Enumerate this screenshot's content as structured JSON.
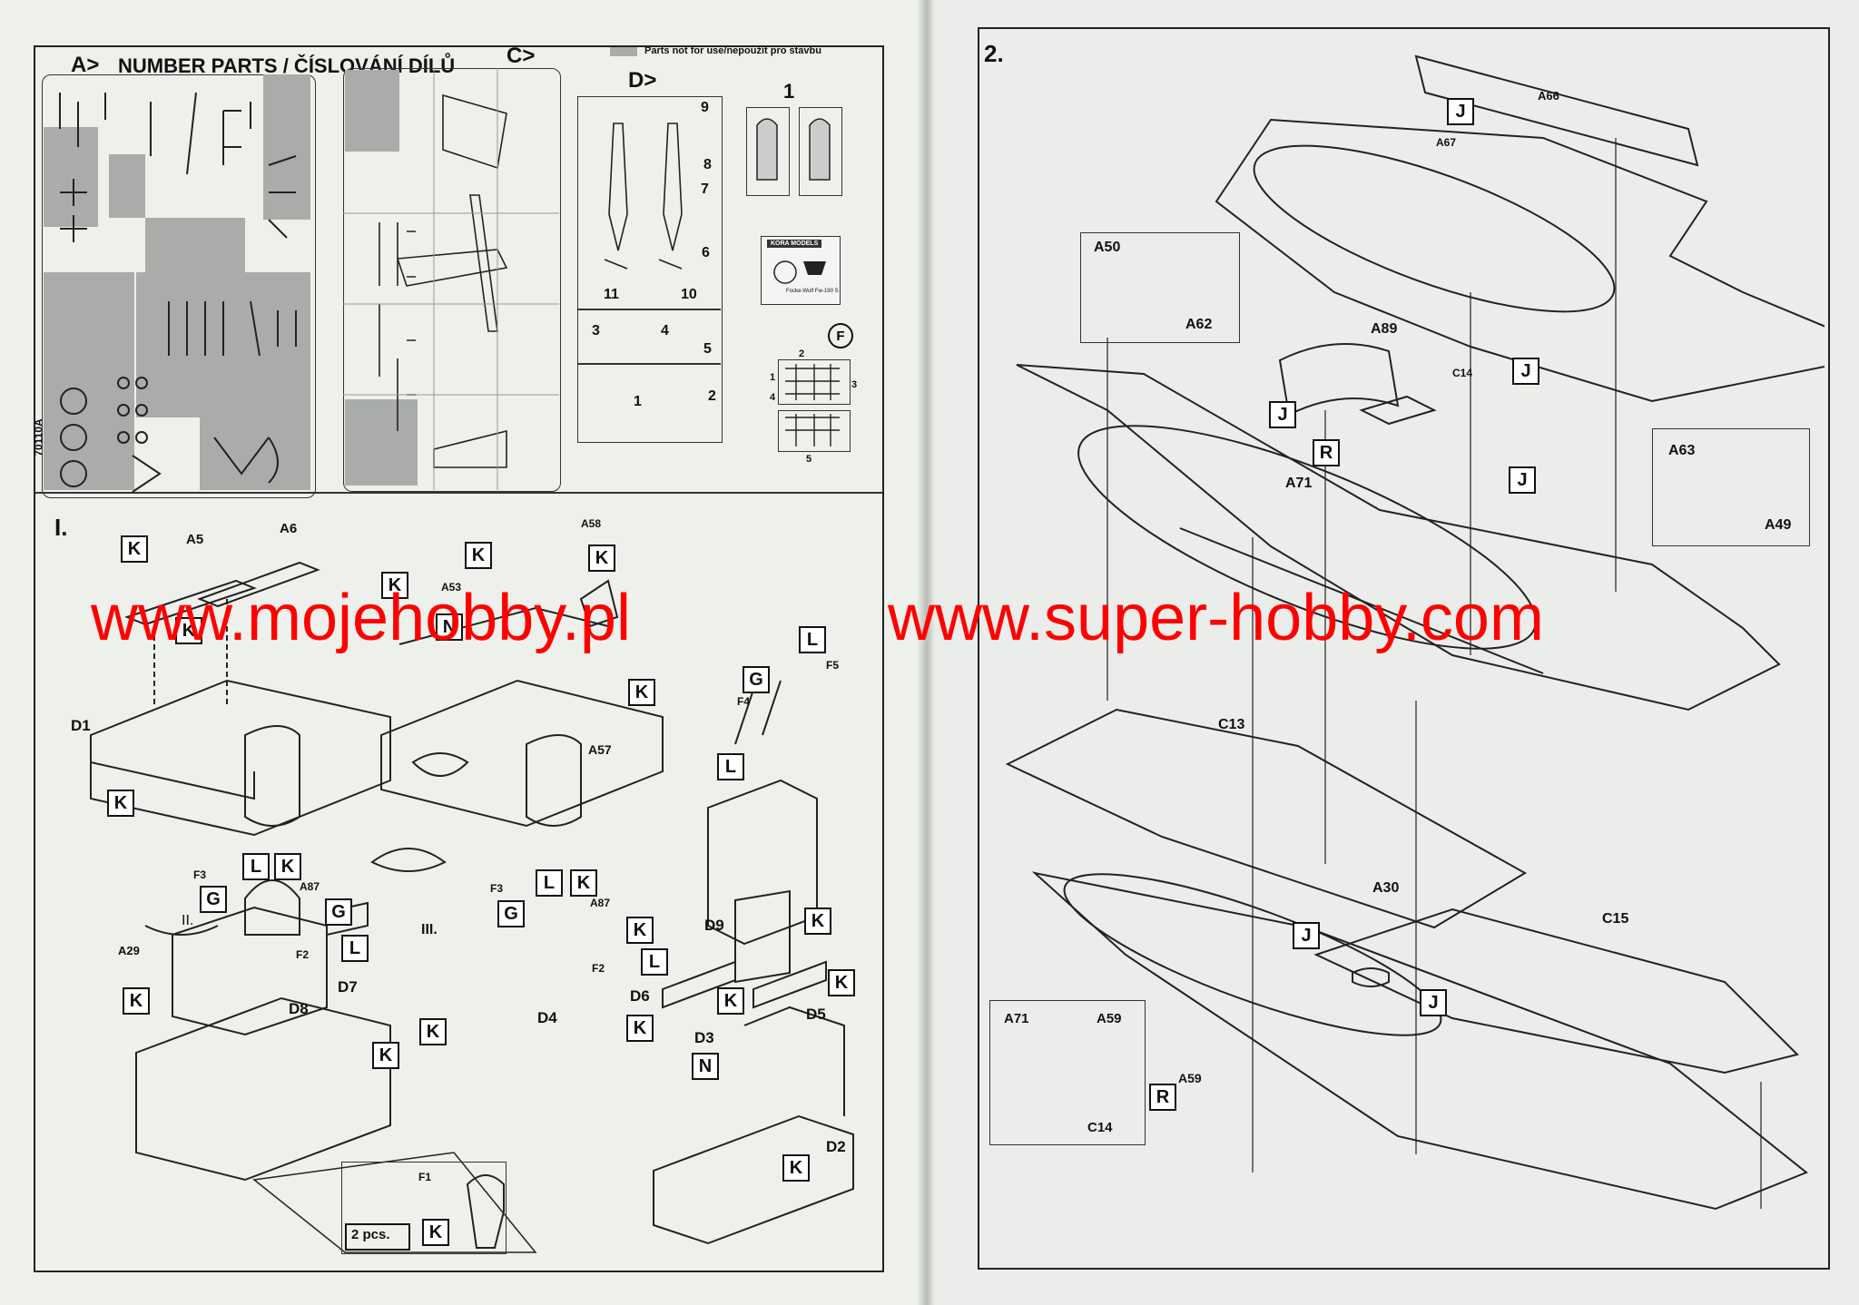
{
  "section_a": {
    "heading_left": "A>",
    "heading_title": "NUMBER PARTS / ČÍSLOVÁNÍ DÍLŮ",
    "heading_right": "C>",
    "legend_text": "Parts not for use/nepoužít pro stavbu",
    "sprue_d_label": "D>",
    "mask_label": "1",
    "fret_label": "F",
    "d_numbers": [
      "9",
      "8",
      "7",
      "6",
      "11",
      "10"
    ],
    "d_small": [
      "3",
      "4",
      "5",
      "1",
      "2"
    ],
    "fret_numbers": [
      "2",
      "1",
      "3",
      "4",
      "5"
    ],
    "kit_code": "70110A",
    "box_logo_text": "KORA MODELS",
    "box_caption": "Focke-Wulf Fw-190 S"
  },
  "step1": {
    "number": "I.",
    "labels": [
      "A5",
      "A6",
      "A58",
      "A53",
      "D1",
      "A57",
      "F5",
      "F4",
      "F3",
      "A87",
      "F2",
      "II.",
      "III.",
      "A29",
      "D7",
      "D8",
      "D4",
      "D9",
      "D6",
      "D3",
      "D5",
      "D2",
      "F1",
      "F3",
      "A87",
      "F2"
    ],
    "pcs_label": "2 pcs.",
    "tags": [
      "K",
      "K",
      "K",
      "K",
      "K",
      "N",
      "K",
      "G",
      "L",
      "L",
      "K",
      "G",
      "L",
      "K",
      "G",
      "L",
      "K",
      "K",
      "K",
      "L",
      "K",
      "L",
      "K",
      "G",
      "K",
      "K",
      "K",
      "K",
      "N",
      "K",
      "K"
    ]
  },
  "step2": {
    "number": "2.",
    "labels": [
      "A66",
      "A67",
      "A50",
      "A62",
      "A89",
      "C14",
      "A71",
      "A63",
      "A49",
      "C13",
      "A30",
      "C15",
      "A71",
      "A59",
      "C14",
      "A59"
    ],
    "tags": [
      "J",
      "J",
      "J",
      "R",
      "J",
      "J",
      "J",
      "R"
    ]
  },
  "watermarks": [
    "www.mojehobby.pl",
    "www.super-hobby.com"
  ],
  "colors": {
    "watermark": "#ff0000",
    "paper": "#eef0ec",
    "shade": "#a9aca8"
  }
}
